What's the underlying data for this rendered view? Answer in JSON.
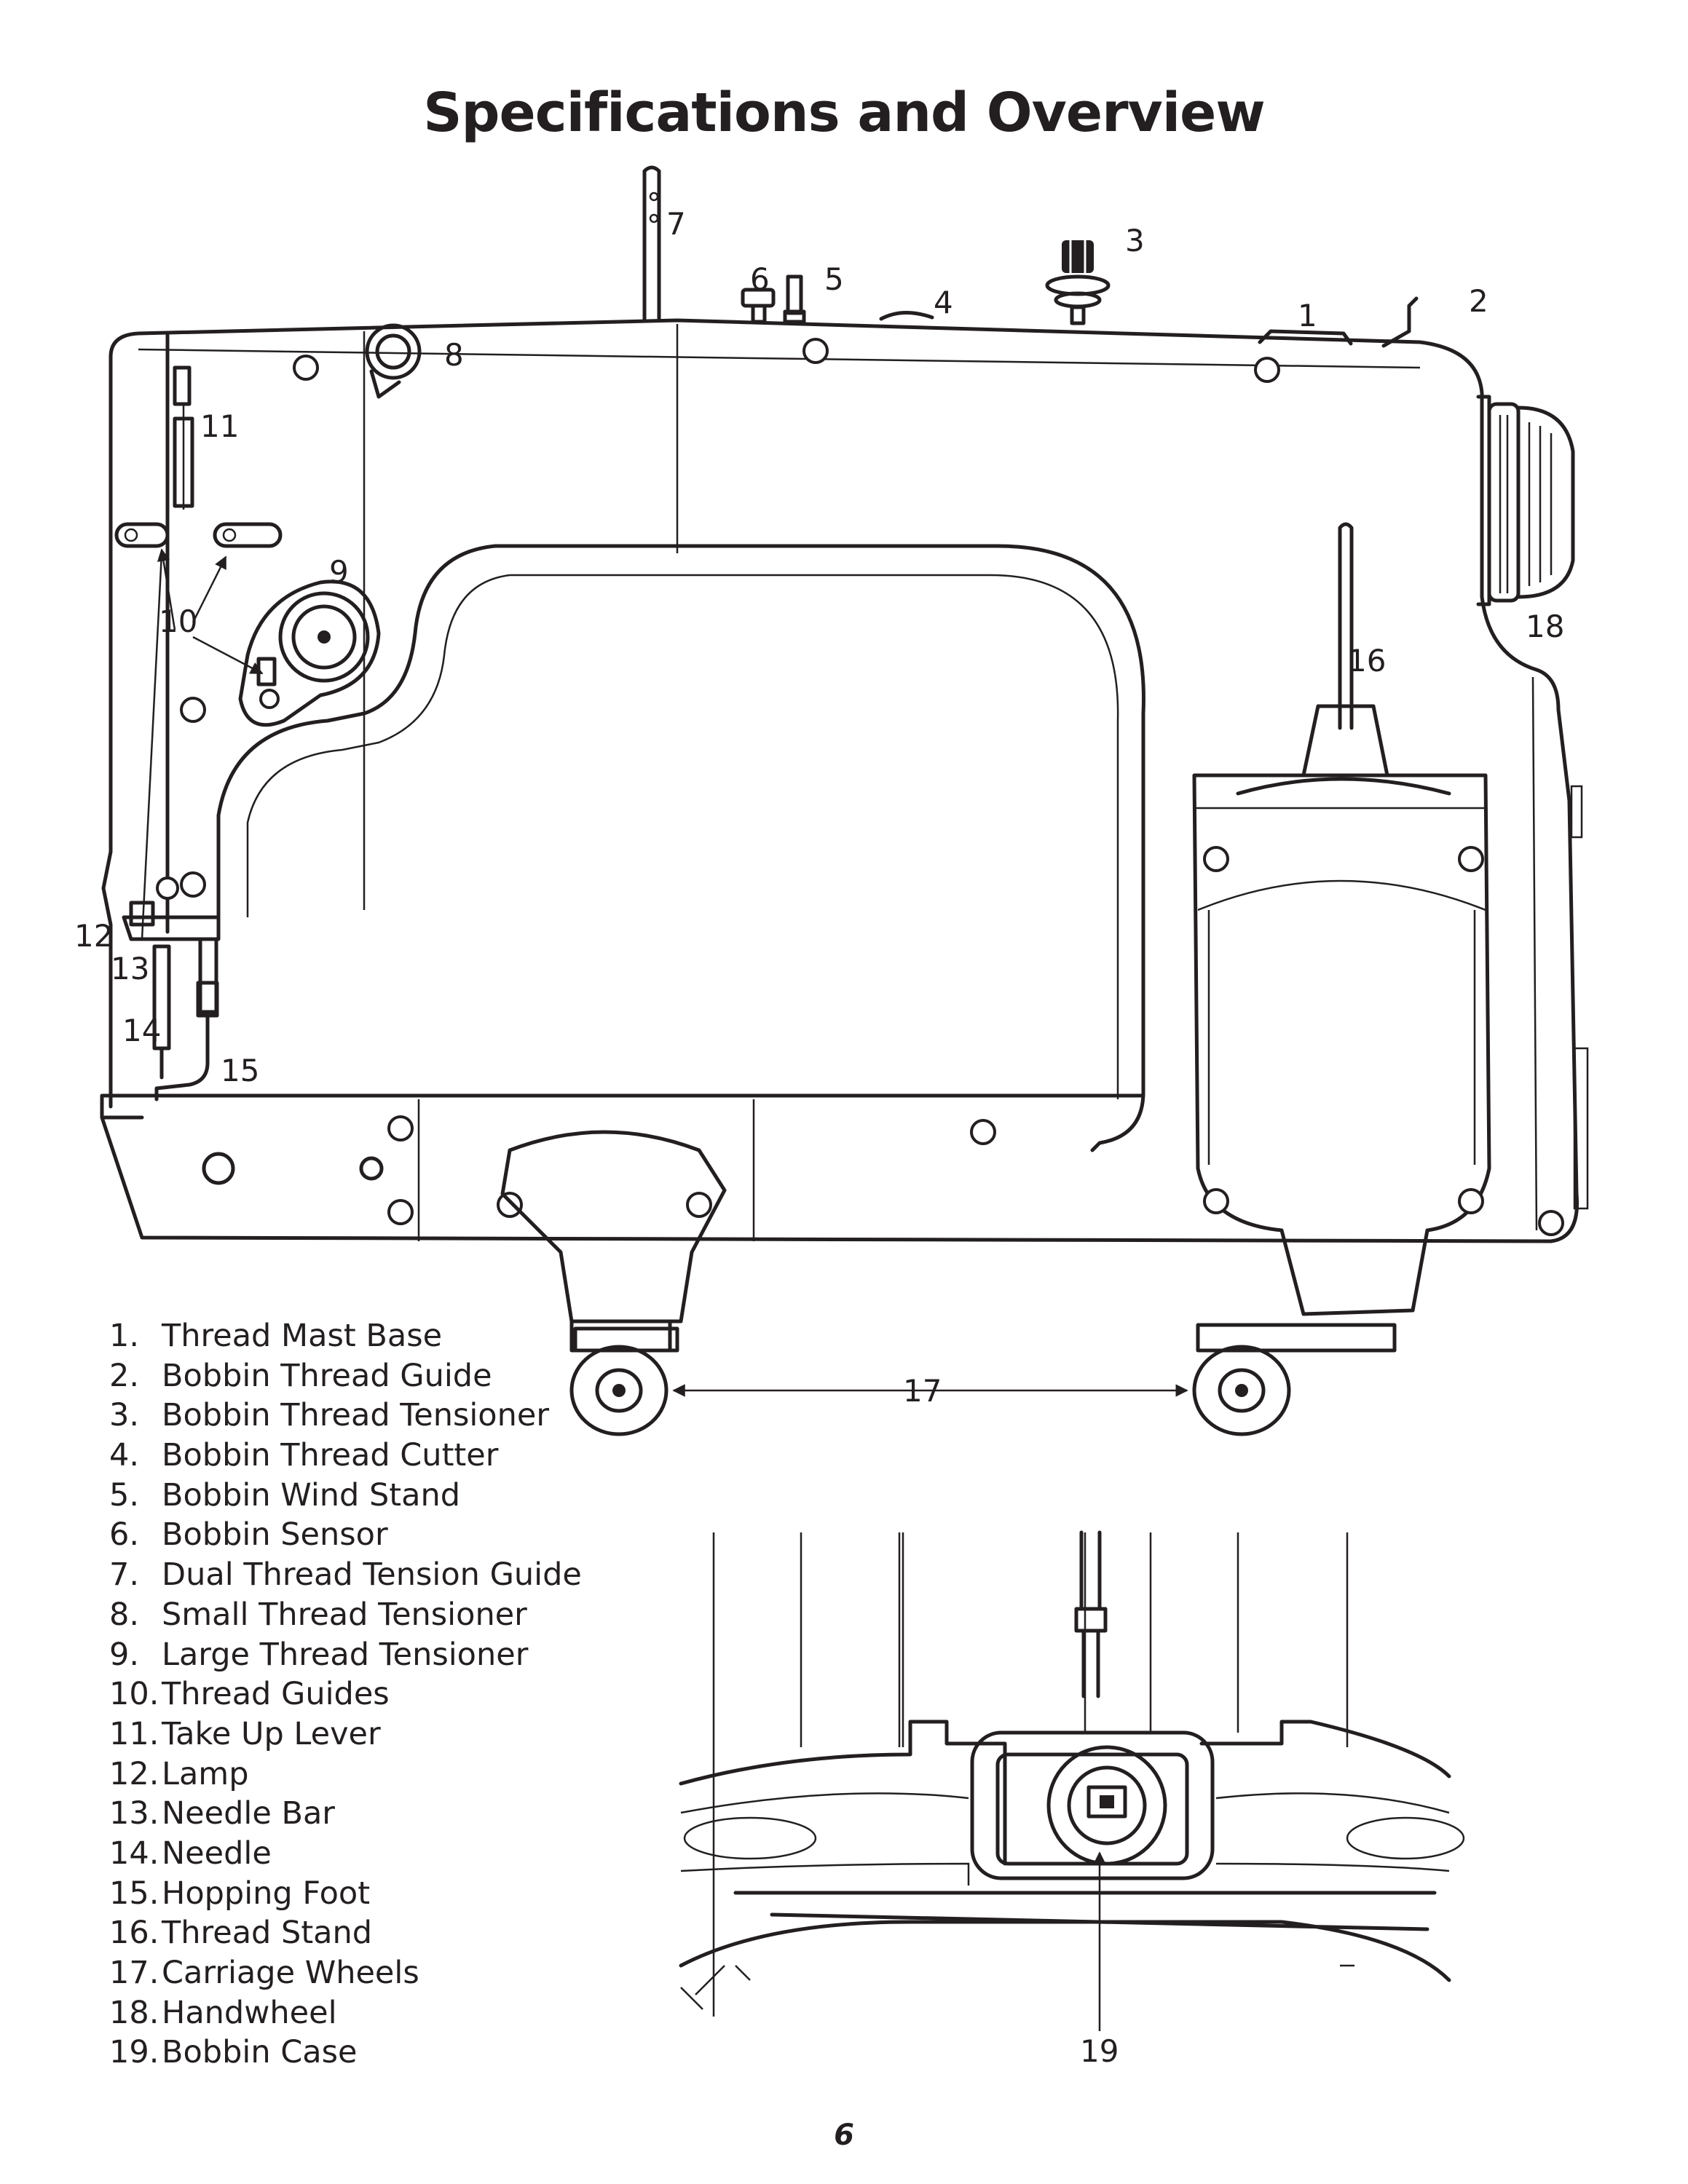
{
  "page": {
    "title": "Specifications and Overview",
    "page_number": "6"
  },
  "callouts": [
    "1",
    "2",
    "3",
    "4",
    "5",
    "6",
    "7",
    "8",
    "9",
    "10",
    "11",
    "12",
    "13",
    "14",
    "15",
    "16",
    "17",
    "18",
    "19"
  ],
  "legend": [
    {
      "num": "1.",
      "label": "Thread Mast Base"
    },
    {
      "num": "2.",
      "label": "Bobbin Thread Guide"
    },
    {
      "num": "3.",
      "label": "Bobbin Thread Tensioner"
    },
    {
      "num": "4.",
      "label": "Bobbin Thread Cutter"
    },
    {
      "num": "5.",
      "label": "Bobbin Wind Stand"
    },
    {
      "num": "6.",
      "label": "Bobbin Sensor"
    },
    {
      "num": "7.",
      "label": "Dual Thread Tension Guide"
    },
    {
      "num": "8.",
      "label": "Small Thread Tensioner"
    },
    {
      "num": "9.",
      "label": "Large Thread Tensioner"
    },
    {
      "num": "10.",
      "label": "Thread Guides"
    },
    {
      "num": "11.",
      "label": "Take Up Lever"
    },
    {
      "num": "12.",
      "label": "Lamp"
    },
    {
      "num": "13.",
      "label": "Needle Bar"
    },
    {
      "num": "14.",
      "label": "Needle"
    },
    {
      "num": "15.",
      "label": "Hopping Foot"
    },
    {
      "num": "16.",
      "label": "Thread Stand"
    },
    {
      "num": "17.",
      "label": "Carriage Wheels"
    },
    {
      "num": "18.",
      "label": "Handwheel"
    },
    {
      "num": "19.",
      "label": "Bobbin Case"
    }
  ]
}
